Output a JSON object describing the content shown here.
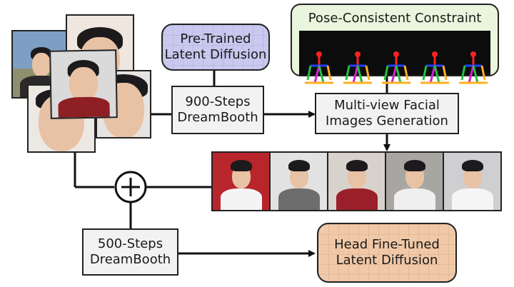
{
  "nodes": {
    "pretrained": "Pre-Trained\nLatent Diffusion",
    "pose_constraint": "Pose-Consistent Constraint",
    "steps900": "900-Steps\nDreamBooth",
    "multiview": "Multi-view Facial\nImages Generation",
    "steps500": "500-Steps\nDreamBooth",
    "finetuned": "Head Fine-Tuned\nLatent Diffusion",
    "plus_symbol": "+"
  },
  "colors": {
    "pretrained_fill": "#c9c8ef",
    "finetuned_fill": "#f2c9a8",
    "constraint_fill": "#e9f5dc",
    "step_box_fill": "#f2f2f2",
    "generated_image_1_bg": "#b8262c",
    "pose_keypoints": [
      "#ff2020",
      "#2040ff",
      "#20c040",
      "#ffb020",
      "#d020d0"
    ]
  },
  "input_photos": [
    {
      "id": "outdoor",
      "bg": "#7e9fc4"
    },
    {
      "id": "closeup-top",
      "bg": "#efe7df"
    },
    {
      "id": "tilted",
      "bg": "#dadada"
    },
    {
      "id": "closeup-right",
      "bg": "#e6e3e0"
    },
    {
      "id": "closeup-bottom",
      "bg": "#ece8e4"
    }
  ],
  "generated_images": [
    {
      "id": "red-background",
      "bg": "#b8262c",
      "shirt": "#f4f4f4"
    },
    {
      "id": "suit",
      "bg": "#e2e2e2",
      "shirt": "#6d6d6d"
    },
    {
      "id": "closeup",
      "bg": "#d8d2cc",
      "shirt": "#9b1f2a"
    },
    {
      "id": "hand-on-face",
      "bg": "#a8a6a2",
      "shirt": "#efefef"
    },
    {
      "id": "window",
      "bg": "#cfcfd1",
      "shirt": "#f5f5f5"
    }
  ],
  "icons": {
    "plus": "circle-plus-icon",
    "arrow": "arrowhead-icon",
    "pose": "pose-skeleton-icon"
  }
}
